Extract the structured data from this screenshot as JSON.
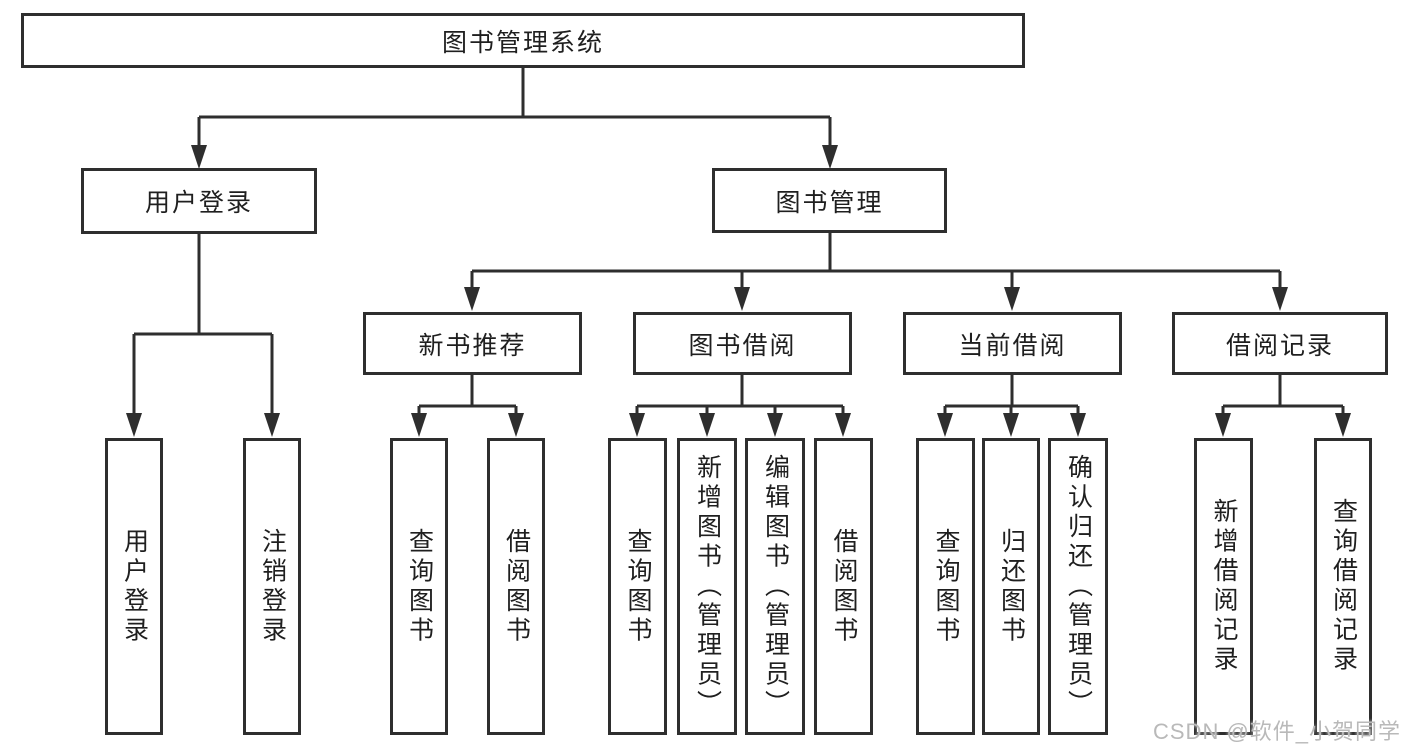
{
  "diagram": {
    "title": "图书管理系统",
    "watermark": "CSDN @软件_小贺同学",
    "colors": {
      "line": "#2e2e2e",
      "text": "#1f1f1f",
      "background": "#ffffff",
      "watermark": "#b9b9b9"
    },
    "root": {
      "label": "图书管理系统"
    },
    "level2": [
      {
        "label": "用户登录"
      },
      {
        "label": "图书管理"
      }
    ],
    "level3": [
      {
        "label": "新书推荐",
        "parent": "图书管理"
      },
      {
        "label": "图书借阅",
        "parent": "图书管理"
      },
      {
        "label": "当前借阅",
        "parent": "图书管理"
      },
      {
        "label": "借阅记录",
        "parent": "图书管理"
      }
    ],
    "leaves": [
      {
        "label": "用户登录",
        "parent": "用户登录"
      },
      {
        "label": "注销登录",
        "parent": "用户登录"
      },
      {
        "label": "查询图书",
        "parent": "新书推荐"
      },
      {
        "label": "借阅图书",
        "parent": "新书推荐"
      },
      {
        "label": "查询图书",
        "parent": "图书借阅"
      },
      {
        "label": "新增图书（管理员）",
        "parent": "图书借阅"
      },
      {
        "label": "编辑图书（管理员）",
        "parent": "图书借阅"
      },
      {
        "label": "借阅图书",
        "parent": "图书借阅"
      },
      {
        "label": "查询图书",
        "parent": "当前借阅"
      },
      {
        "label": "归还图书",
        "parent": "当前借阅"
      },
      {
        "label": "确认归还（管理员）",
        "parent": "当前借阅"
      },
      {
        "label": "新增借阅记录",
        "parent": "借阅记录"
      },
      {
        "label": "查询借阅记录",
        "parent": "借阅记录"
      }
    ]
  }
}
